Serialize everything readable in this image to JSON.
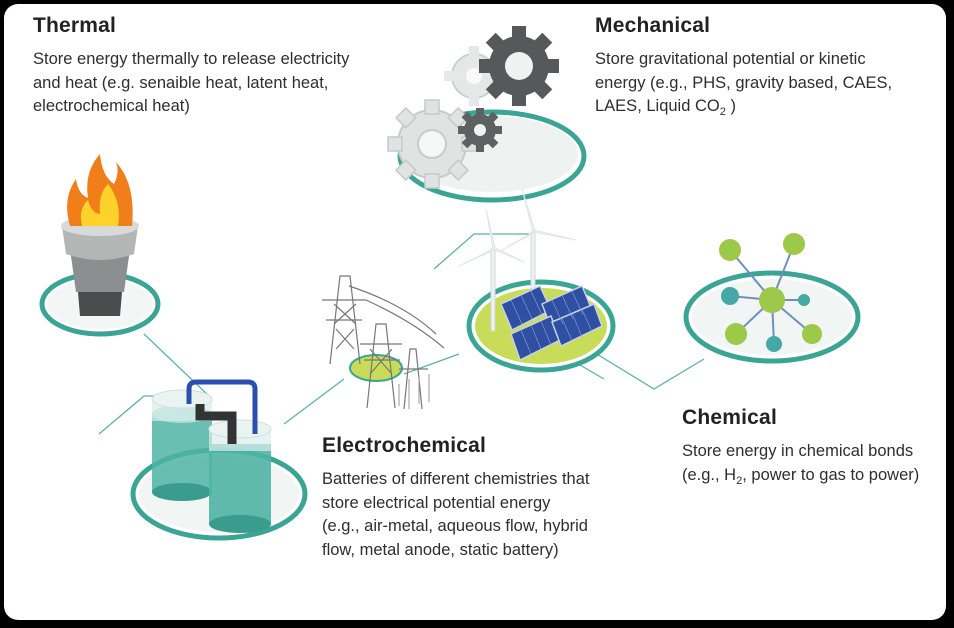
{
  "thermal": {
    "title": "Thermal",
    "desc": "Store energy thermally to release electricity and heat (e.g. senaible heat, latent heat, electrochemical heat)"
  },
  "mechanical": {
    "title": "Mechanical",
    "desc_main": "Store gravitational potential or kinetic energy (e.g., PHS, gravity based, CAES, LAES, Liquid CO",
    "desc_sub": "2",
    "desc_end": " )"
  },
  "chemical": {
    "title": "Chemical",
    "desc_pre": "Store energy in chemical bonds (e.g., H",
    "desc_sub": "2",
    "desc_post": ", power to gas to power)"
  },
  "electrochemical": {
    "title": "Electrochemical",
    "desc": "Batteries of different chemistries that store electrical potential energy (e.g., air-metal, aqueous flow, hybrid flow, metal anode, static battery)"
  },
  "icons": [
    "flame-icon",
    "gears-icon",
    "wind-turbine-icon",
    "solar-panel-icon",
    "transmission-tower-icon",
    "battery-tanks-icon",
    "molecule-icon"
  ],
  "colors": {
    "teal": "#3aa594",
    "lime": "#c8dc5a",
    "molecule_green": "#9dc94a",
    "molecule_teal": "#45a8a5",
    "flame_orange": "#f07f1a",
    "flame_yellow": "#ffd22b"
  }
}
